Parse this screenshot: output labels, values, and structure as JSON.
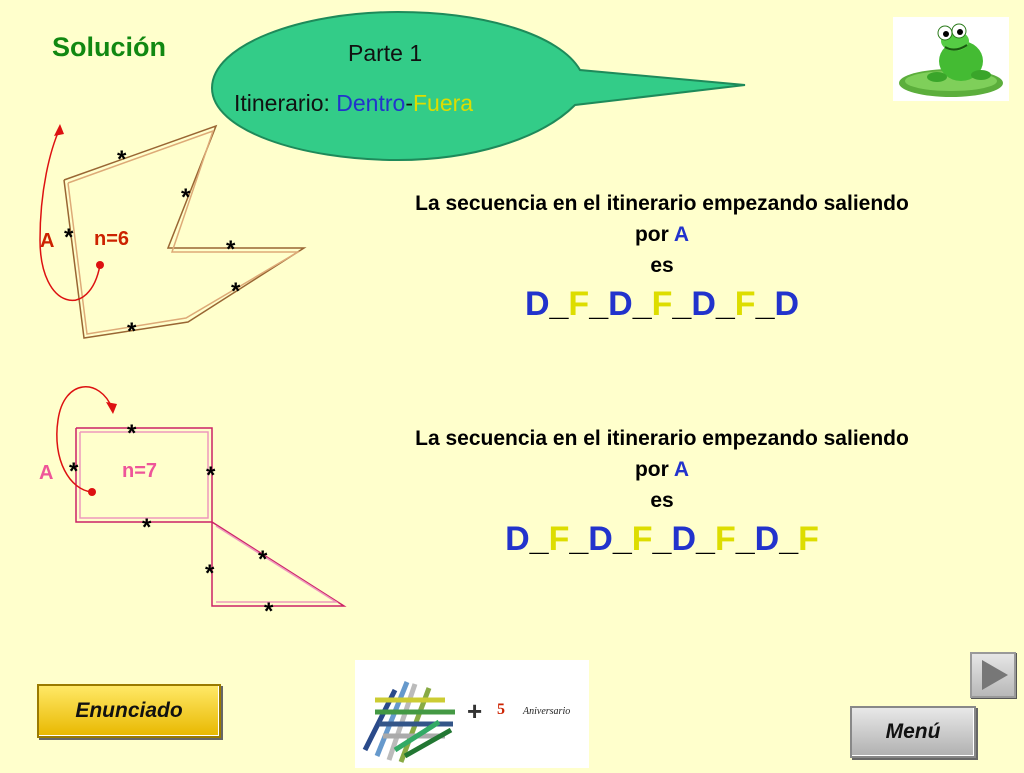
{
  "header": {
    "title": "Solución"
  },
  "bubble": {
    "part": "Parte 1",
    "itinerary_label": "Itinerario:",
    "itinerary_in": "Dentro",
    "itinerary_sep": "-",
    "itinerary_out": "Fuera",
    "color_in": "#2233CC",
    "color_out": "#DDDD00",
    "fill": "#33CC88"
  },
  "figure1": {
    "point_label": "A",
    "n_label": "n=6",
    "star": "*"
  },
  "figure2": {
    "point_label": "A",
    "n_label": "n=7",
    "star": "*"
  },
  "sequence1": {
    "line1": "La secuencia en el itinerario empezando saliendo",
    "line2_pre": "por",
    "line2_point": "A",
    "line3": "es",
    "tokens": [
      "D",
      "_",
      "F",
      "_",
      "D",
      "_",
      "F",
      "_",
      "D",
      "_",
      "F",
      "_",
      "D"
    ]
  },
  "sequence2": {
    "line1": "La secuencia en el itinerario empezando saliendo",
    "line2_pre": "por",
    "line2_point": "A",
    "line3": "es",
    "tokens": [
      "D",
      "_",
      "F",
      "_",
      "D",
      "_",
      "F",
      "_",
      "D",
      "_",
      "F",
      "_",
      "D",
      "_",
      "F"
    ]
  },
  "colors": {
    "D": "#2233CC",
    "F": "#DDDD00",
    "_": "#000000",
    "title": "#118811",
    "n6": "#CC2200",
    "n7": "#EE5599"
  },
  "buttons": {
    "enunciado": "Enunciado",
    "menu": "Menú"
  },
  "logo": {
    "anniversary_number": "5",
    "anniversary_text": "Aniversario"
  },
  "icons": {
    "next": "play-arrow-icon",
    "frog": "frog-icon"
  }
}
